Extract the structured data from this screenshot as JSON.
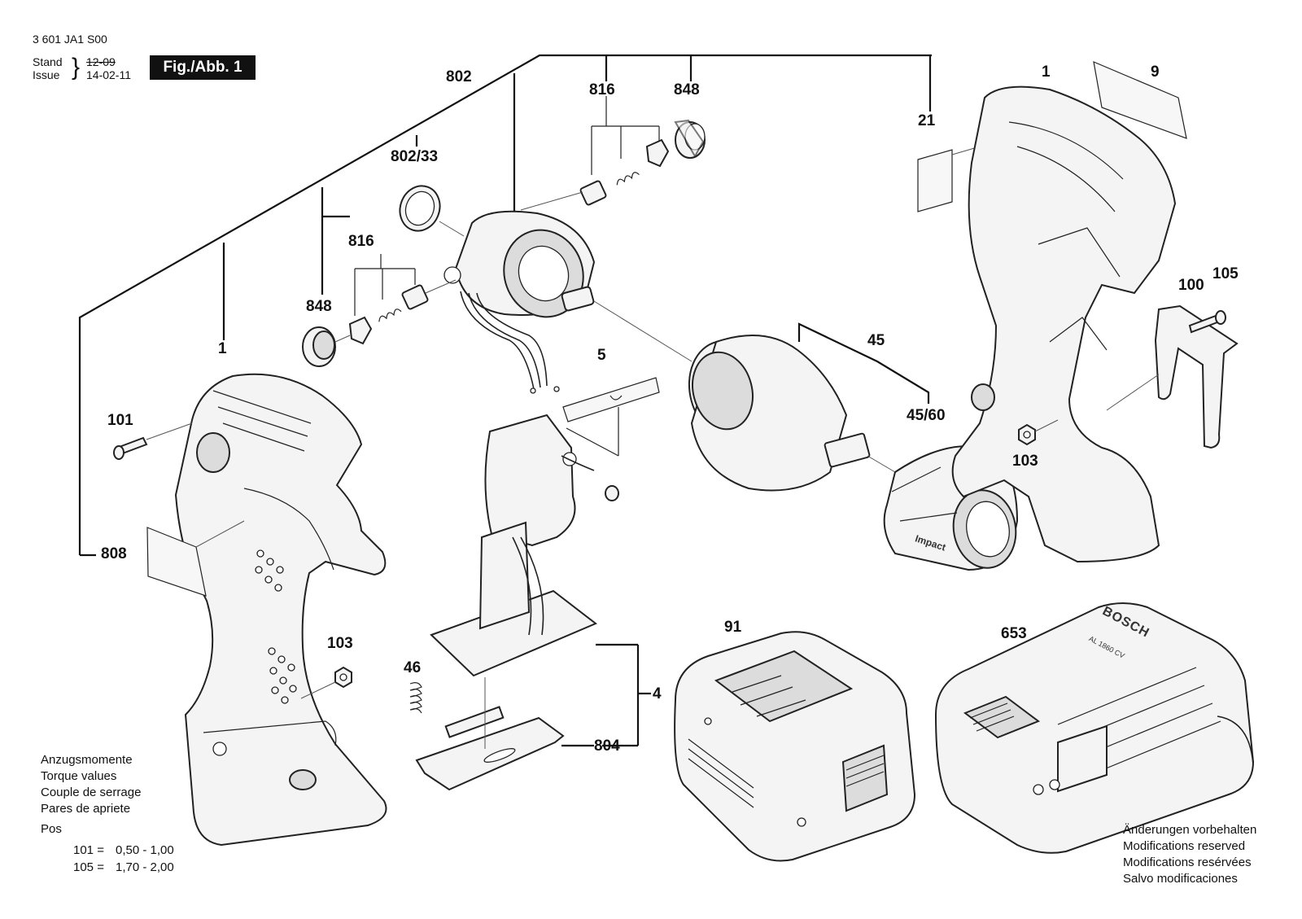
{
  "header": {
    "doc_number": "3 601 JA1 S00",
    "stand_label": "Stand",
    "issue_label": "Issue",
    "stand_date": "12-09",
    "issue_date": "14-02-11",
    "figure_label": "Fig./Abb. 1"
  },
  "parts": [
    {
      "id": "p802",
      "number": "802"
    },
    {
      "id": "p802_33",
      "number": "802/33"
    },
    {
      "id": "p816_top",
      "number": "816"
    },
    {
      "id": "p848_top",
      "number": "848"
    },
    {
      "id": "p21",
      "number": "21"
    },
    {
      "id": "p1_right",
      "number": "1"
    },
    {
      "id": "p9",
      "number": "9"
    },
    {
      "id": "p816_left",
      "number": "816"
    },
    {
      "id": "p848_left",
      "number": "848"
    },
    {
      "id": "p1_left",
      "number": "1"
    },
    {
      "id": "p101",
      "number": "101"
    },
    {
      "id": "p808",
      "number": "808"
    },
    {
      "id": "p103_left",
      "number": "103"
    },
    {
      "id": "p5",
      "number": "5"
    },
    {
      "id": "p45",
      "number": "45"
    },
    {
      "id": "p45_60",
      "number": "45/60"
    },
    {
      "id": "p100",
      "number": "100"
    },
    {
      "id": "p105",
      "number": "105"
    },
    {
      "id": "p103_right",
      "number": "103"
    },
    {
      "id": "p46",
      "number": "46"
    },
    {
      "id": "p4",
      "number": "4"
    },
    {
      "id": "p804",
      "number": "804"
    },
    {
      "id": "p91",
      "number": "91"
    },
    {
      "id": "p653",
      "number": "653"
    }
  ],
  "torque": {
    "headings": [
      "Anzugsmomente",
      "Torque values",
      "Couple de serrage",
      "Pares de apriete"
    ],
    "pos_label": "Pos",
    "rows": [
      {
        "pos": "101 =",
        "range": "0,50 - 1,00"
      },
      {
        "pos": "105 =",
        "range": "1,70 - 2,00"
      }
    ]
  },
  "notes": {
    "lines": [
      "Änderungen vorbehalten",
      "Modifications reserved",
      "Modifications resérvées",
      "Salvo modificaciones"
    ]
  },
  "product_marks": {
    "impact_text": "Impact",
    "charger_brand": "BOSCH",
    "charger_model": "AL 1860 CV"
  }
}
